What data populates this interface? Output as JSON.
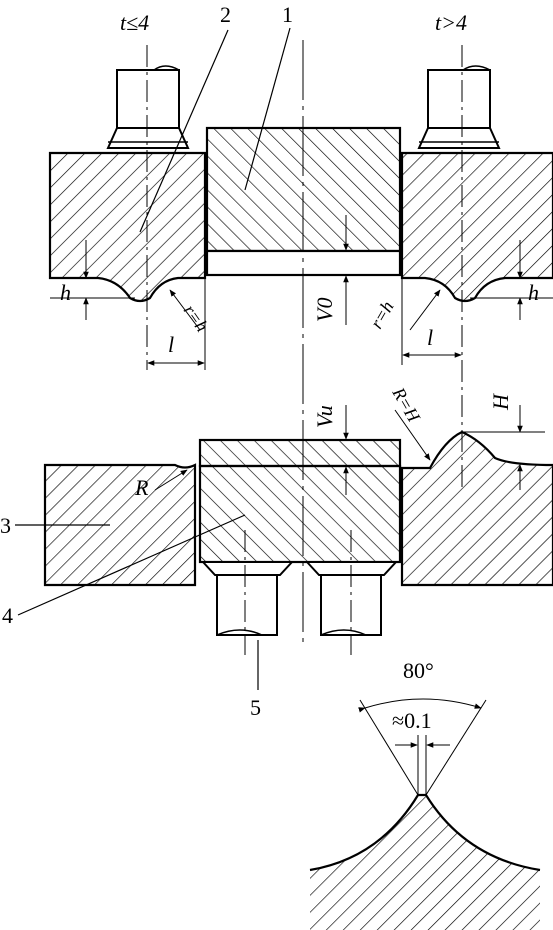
{
  "labels": {
    "t_left": "t≤4",
    "t_right": "t>4",
    "part1": "1",
    "part2": "2",
    "part3": "3",
    "part4": "4",
    "part5": "5",
    "h_left": "h",
    "h_right": "h",
    "r_left": "r=h",
    "r_right": "r=h",
    "l_left": "l",
    "l_right": "l",
    "v0": "V0",
    "vu": "Vu",
    "R_right": "R=H",
    "R_left": "R",
    "H": "H",
    "angle": "80°",
    "tip_width": "≈0.1"
  }
}
